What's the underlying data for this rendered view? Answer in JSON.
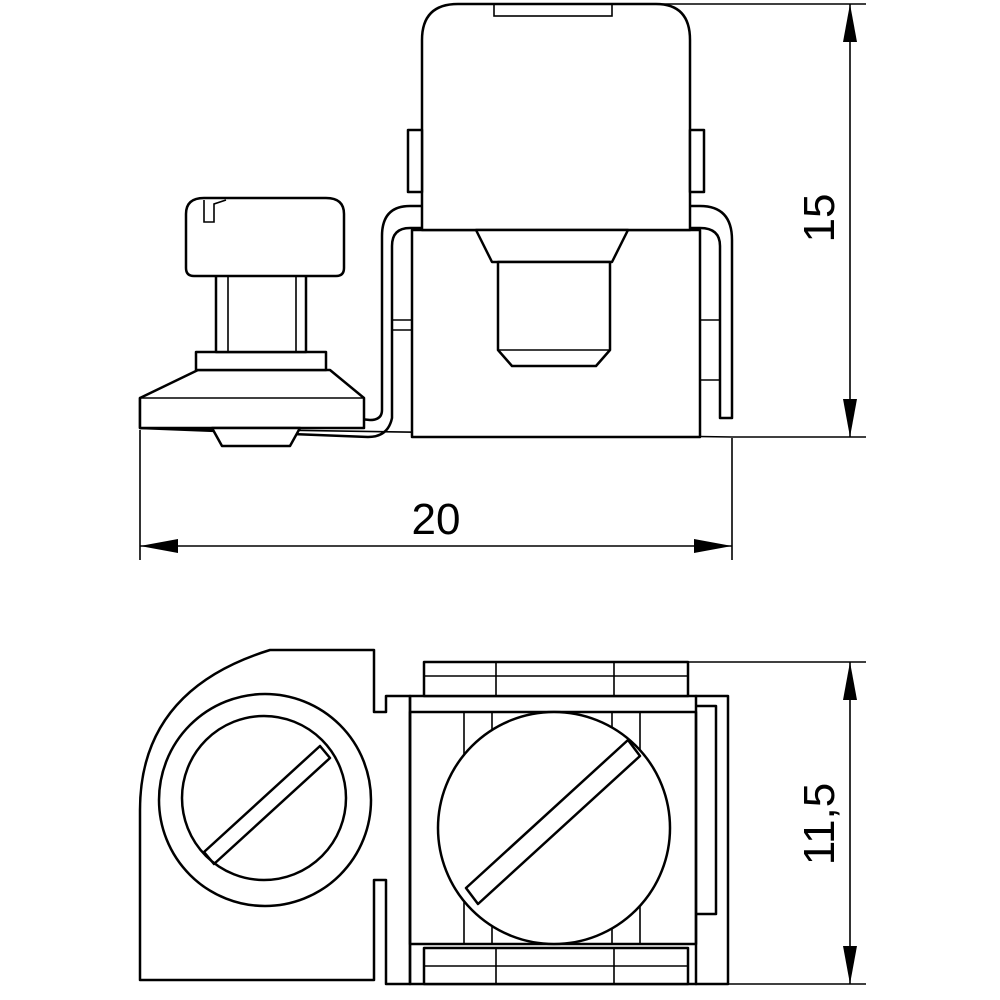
{
  "dimensions": {
    "width_label": "20",
    "height_label": "15",
    "depth_label": "11,5"
  },
  "colors": {
    "line": "#000000",
    "background": "#ffffff"
  }
}
